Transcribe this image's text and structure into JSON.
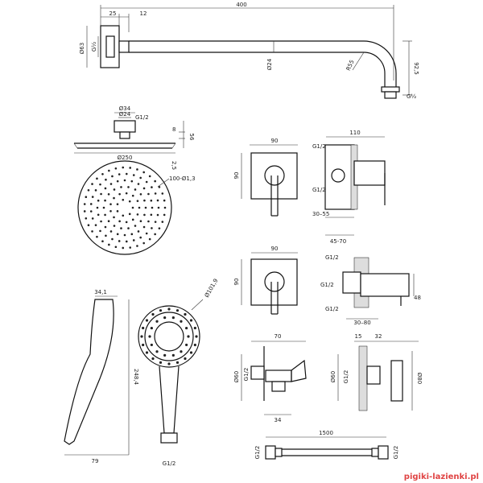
{
  "arm": {
    "dim_total": "400",
    "dim_a": "25",
    "dim_b": "12",
    "dim_d63": "Ø63",
    "dim_g12": "G½",
    "dim_d24": "Ø24",
    "dim_r55": "R55",
    "dim_h": "92,5",
    "dim_g12_end": "G½"
  },
  "head": {
    "dim_d34": "Ø34",
    "dim_d24": "Ø24",
    "dim_g": "G1/2",
    "dim_8": "8",
    "dim_56": "56",
    "dim_d250": "Ø250",
    "dim_25": "2,5",
    "dim_nozzles": "100-Ø1,3"
  },
  "valve1": {
    "dim_w": "90",
    "dim_h": "90",
    "dim_110": "110",
    "dim_g_top": "G1/2",
    "dim_g_bot": "G1/2",
    "dim_3055": "30–55",
    "dim_4570": "45-70"
  },
  "valve2": {
    "dim_w": "90",
    "dim_h": "90",
    "dim_g1": "G1/2",
    "dim_g2": "G1/2",
    "dim_g3": "G1/2",
    "dim_48": "48",
    "dim_3080": "30–80"
  },
  "handshower": {
    "dim_341": "34,1",
    "dim_2484": "248,4",
    "dim_79": "79",
    "dim_d1019": "Ø101,9",
    "dim_g": "G1/2"
  },
  "outlet": {
    "dim_70": "70",
    "dim_d60": "Ø60",
    "dim_g": "G1/2",
    "dim_34": "34"
  },
  "holder": {
    "dim_15": "15",
    "dim_32": "32",
    "dim_d60": "Ø60",
    "dim_g": "G1/2",
    "dim_d80": "Ø80"
  },
  "hose": {
    "dim_1500": "1500",
    "dim_g_left": "G1/2",
    "dim_g_right": "G1/2"
  },
  "watermark": "pigiki-lazienki.pl",
  "colors": {
    "line": "#111111",
    "watermark": "#e04444"
  }
}
